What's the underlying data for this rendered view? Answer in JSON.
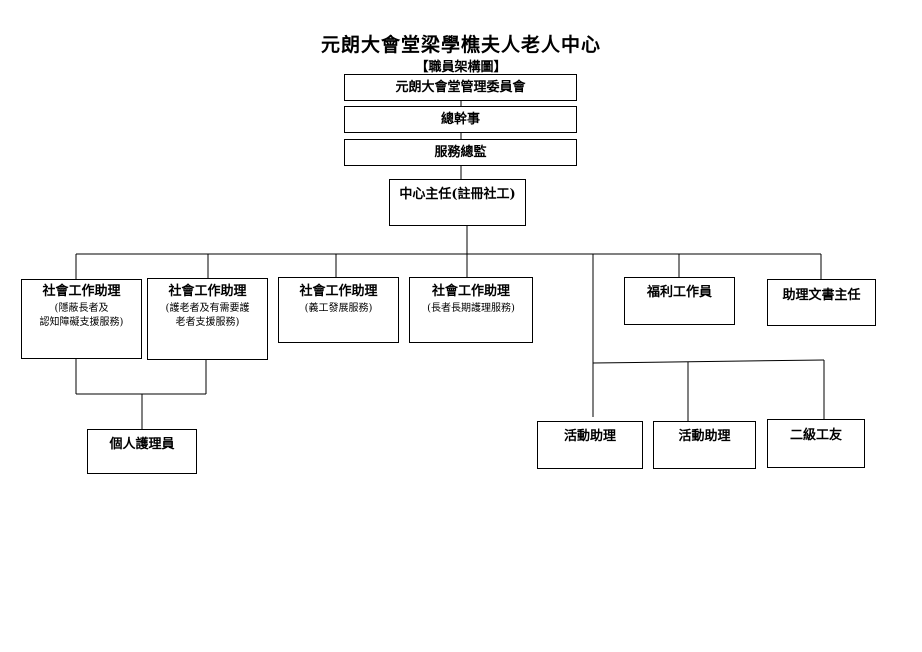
{
  "title": "元朗大會堂梁學樵夫人老人中心",
  "subtitle": "【職員架構圖】",
  "nodes": {
    "committee": {
      "label": "元朗大會堂管理委員會"
    },
    "secretary_general": {
      "label": "總幹事"
    },
    "service_director": {
      "label": "服務總監"
    },
    "centre_in_charge": {
      "label": "中心主任(註冊社工)"
    },
    "sw_assistant_1": {
      "label": "社會工作助理",
      "note": "(隱蔽長者及\n認知障礙支援服務)"
    },
    "sw_assistant_2": {
      "label": "社會工作助理",
      "note": "(護老者及有需要護\n老者支援服務)"
    },
    "sw_assistant_3": {
      "label": "社會工作助理",
      "note": "(義工發展服務)"
    },
    "sw_assistant_4": {
      "label": "社會工作助理",
      "note": "(長者長期護理服務)"
    },
    "welfare_worker": {
      "label": "福利工作員"
    },
    "assistant_clerk": {
      "label": "助理文書主任"
    },
    "personal_care_worker": {
      "label": "個人護理員"
    },
    "activity_assistant_1": {
      "label": "活動助理"
    },
    "activity_assistant_2": {
      "label": "活動助理"
    },
    "workman_2": {
      "label": "二級工友"
    }
  },
  "colors": {
    "line": "#000000",
    "box_border": "#000000",
    "background": "#ffffff"
  }
}
